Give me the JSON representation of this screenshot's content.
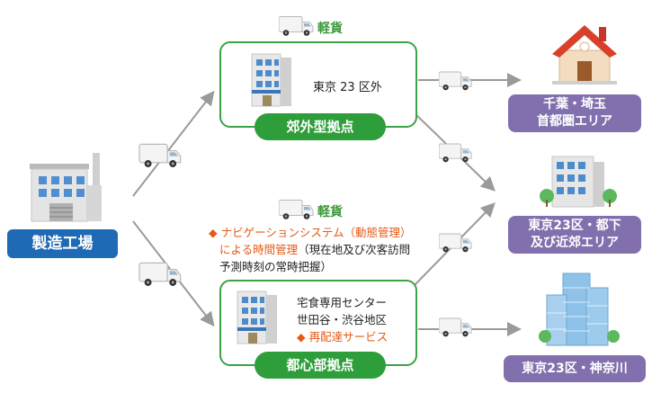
{
  "factory": {
    "label": "製造工場"
  },
  "suburban_hub": {
    "vehicle_label": "軽貨",
    "area_text": "東京 23 区外",
    "label": "郊外型拠点"
  },
  "urban_hub": {
    "vehicle_label": "軽貨",
    "note_line1": "◆ ナビゲーションシステム（動態管理）",
    "note_line2a": "による時間管理",
    "note_line2b": "（現在地及び次客訪問",
    "note_line3": "予測時刻の常時把握）",
    "center_line1": "宅食専用センター",
    "center_line2": "世田谷・渋谷地区",
    "service_line": "◆ 再配達サービス",
    "label": "都心部拠点"
  },
  "destinations": [
    {
      "line1": "千葉・埼玉",
      "line2": "首都圏エリア"
    },
    {
      "line1": "東京23区・都下",
      "line2": "及び近郊エリア"
    },
    {
      "line1": "東京23区・神奈川",
      "line2": ""
    }
  ],
  "colors": {
    "factory_pill": "#1f6ab4",
    "destination_pill": "#8170ad",
    "hub_green": "#2e9e3a",
    "note_orange": "#e65a16",
    "arrow_gray": "#9a9a9a"
  }
}
